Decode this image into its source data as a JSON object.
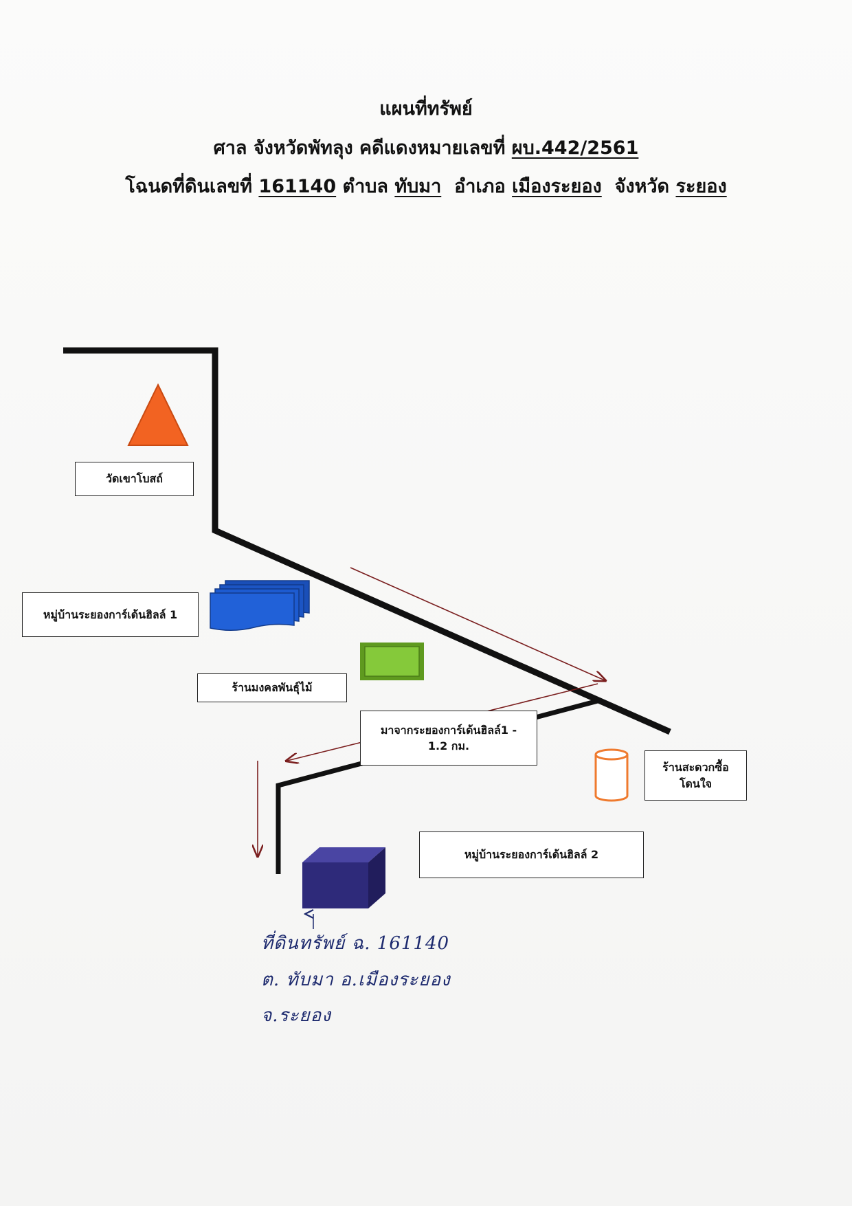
{
  "header": {
    "title": "แผนที่ทรัพย์",
    "court_prefix": "ศาล จังหวัดพัทลุง คดีแดงหมายเลขที่",
    "case_number": "ผบ.442/2561",
    "deed_prefix": "โฉนดที่ดินเลขที่",
    "deed_number": "161140",
    "subdistrict_prefix": "ตำบล",
    "subdistrict": "ทับมา",
    "district_prefix": "อำเภอ",
    "district": "เมืองระยอง",
    "province_prefix": "จังหวัด",
    "province": "ระยอง"
  },
  "map": {
    "landmarks": {
      "temple": "วัดเขาโบสถ์",
      "village1": "หมู่บ้านระยองการ์เด้นฮิลล์ 1",
      "plant_shop": "ร้านมงคลพันธุ์ไม้",
      "route_note": "มาจากระยองการ์เด้นฮิลล์1 - 1.2 กม.",
      "store": "ร้านสะดวกซื้อ โดนใจ",
      "village2": "หมู่บ้านระยองการ์เด้นฮิลล์ 2"
    },
    "handwritten": {
      "line1": "ที่ดินทรัพย์ ฉ. 161140",
      "line2": "ต. ทับมา อ.เมืองระยอง",
      "line3": "จ.ระยอง"
    },
    "colors": {
      "road": "#111111",
      "direction_arrow": "#7a1e1e",
      "temple_icon": "#f26322",
      "village1_icon": "#1c55c4",
      "plant_shop_icon": "#7bbf2a",
      "store_icon": "#ef7a2e",
      "village2_icon": "#2e2a7a",
      "handwriting": "#1d2a6e"
    },
    "icons": [
      "triangle-icon",
      "stacked-sheets-icon",
      "rectangle-icon",
      "cylinder-icon",
      "cube-icon"
    ]
  }
}
